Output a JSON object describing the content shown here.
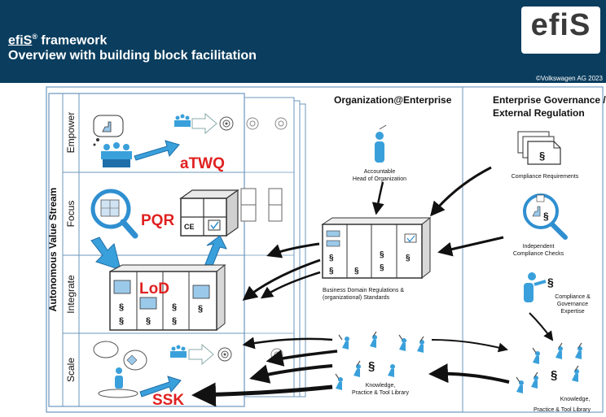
{
  "header": {
    "title_brand": "efiS",
    "title_rest": " framework",
    "title_line2": "Overview with building block facilitation",
    "logo_text": "efiS",
    "copyright": "©Volkswagen AG 2023",
    "background_color": "#0a3d5e"
  },
  "stream": {
    "axis_label": "Autonomous Value Stream",
    "rows": [
      "Empower",
      "Focus",
      "Integrate",
      "Scale"
    ]
  },
  "blocks": {
    "atwq": "aTWQ",
    "pqr": "PQR",
    "lod": "LoD",
    "ssk": "SSK",
    "ce_mark": "CE",
    "accent_color": "#e02020"
  },
  "organization": {
    "heading": "Organization@Enterprise",
    "head_line1": "Accountable",
    "head_line2": "Head of Organization",
    "regulations_line1": "Business Domain Regulations &",
    "regulations_line2": "(organizational) Standards",
    "library_line1": "Knowledge,",
    "library_line2": "Practice & Tool Library"
  },
  "governance": {
    "heading_line1": "Enterprise Governance /",
    "heading_line2": "External Regulation",
    "requirements": "Compliance Requirements",
    "checks_line1": "Independent",
    "checks_line2": "Compliance Checks",
    "expertise_line1": "Compliance &",
    "expertise_line2": "Governance",
    "expertise_line3": "Expertise",
    "library_line1": "Knowledge,",
    "library_line2": "Practice & Tool Library"
  },
  "symbols": {
    "section": "§"
  },
  "colors": {
    "blue": "#3aa0db",
    "dark_blue": "#1f6fa8",
    "frame": "#6b97bd"
  }
}
